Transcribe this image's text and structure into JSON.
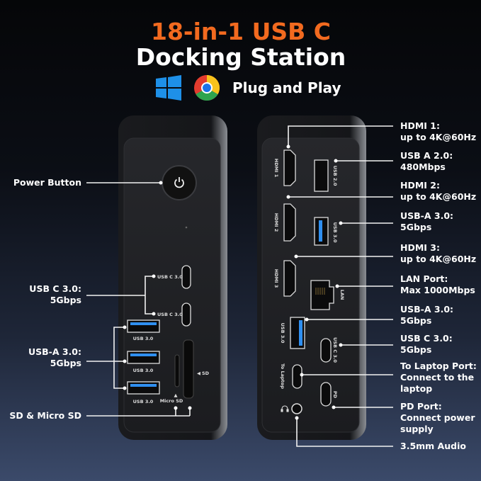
{
  "header": {
    "title_line1": "18-in-1 USB C",
    "title_line2": "Docking Station",
    "plug_label": "Plug and Play",
    "icons": [
      "windows-logo",
      "chrome-logo"
    ]
  },
  "colors": {
    "accent": "#f26a1f",
    "usb3_blue": "#2f8ff0"
  },
  "front": {
    "callouts": {
      "power": "Power Button",
      "usbc_title": "USB C 3.0:",
      "usbc_speed": "5Gbps",
      "usba_title": "USB-A 3.0:",
      "usba_speed": "5Gbps",
      "sd": "SD & Micro SD"
    },
    "port_labels": {
      "usbc": "USB C 3.0",
      "usba": "USB 3.0",
      "microsd": "Micro SD",
      "sd": "SD"
    }
  },
  "back": {
    "port_labels": {
      "hdmi1": "HDMI 1",
      "hdmi2": "HDMI 2",
      "hdmi3": "HDMI 3",
      "usb2": "USB 2.0",
      "usb3": "USB 3.0",
      "lan": "LAN",
      "usbc": "USB C 3.0",
      "laptop": "To Laptop",
      "pd": "PD"
    },
    "callouts": [
      [
        "HDMI 1:",
        "up to 4K@60Hz"
      ],
      [
        "USB A 2.0:",
        "480Mbps"
      ],
      [
        "HDMI 2:",
        "up to 4K@60Hz"
      ],
      [
        "USB-A 3.0:",
        "5Gbps"
      ],
      [
        "HDMI 3:",
        "up to 4K@60Hz"
      ],
      [
        "LAN Port:",
        "Max 1000Mbps"
      ],
      [
        "USB-A 3.0:",
        "5Gbps"
      ],
      [
        "USB C 3.0:",
        "5Gbps"
      ],
      [
        "To Laptop Port:",
        "Connect to the",
        "laptop"
      ],
      [
        "PD Port:",
        "Connect power",
        "supply"
      ],
      [
        "3.5mm Audio"
      ]
    ]
  }
}
